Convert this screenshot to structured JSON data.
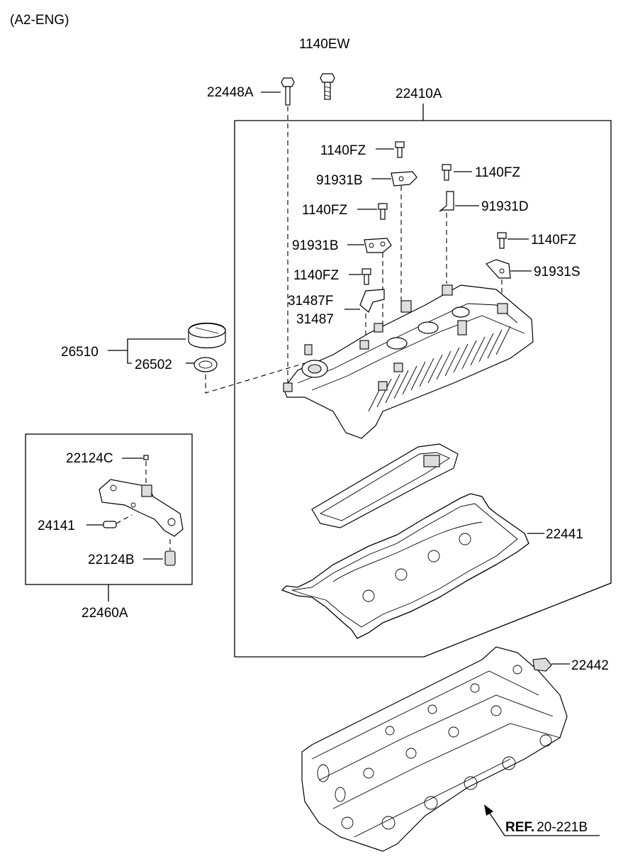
{
  "header": {
    "variant": "(A2-ENG)"
  },
  "labels": {
    "p1140EW": "1140EW",
    "p22448A": "22448A",
    "p22410A": "22410A",
    "p1140FZ_1": "1140FZ",
    "p91931B_1": "91931B",
    "p1140FZ_2": "1140FZ",
    "p91931D": "91931D",
    "p1140FZ_3": "1140FZ",
    "p91931B_2": "91931B",
    "p1140FZ_4": "1140FZ",
    "p91931S": "91931S",
    "p1140FZ_5": "1140FZ",
    "p31487F": "31487F",
    "p31487": "31487",
    "p26510": "26510",
    "p26502": "26502",
    "p22124C": "22124C",
    "p24141": "24141",
    "p22124B": "22124B",
    "p22460A": "22460A",
    "p22441": "22441",
    "p22442": "22442"
  },
  "reference": {
    "prefix": "REF.",
    "code": "20-221B"
  }
}
